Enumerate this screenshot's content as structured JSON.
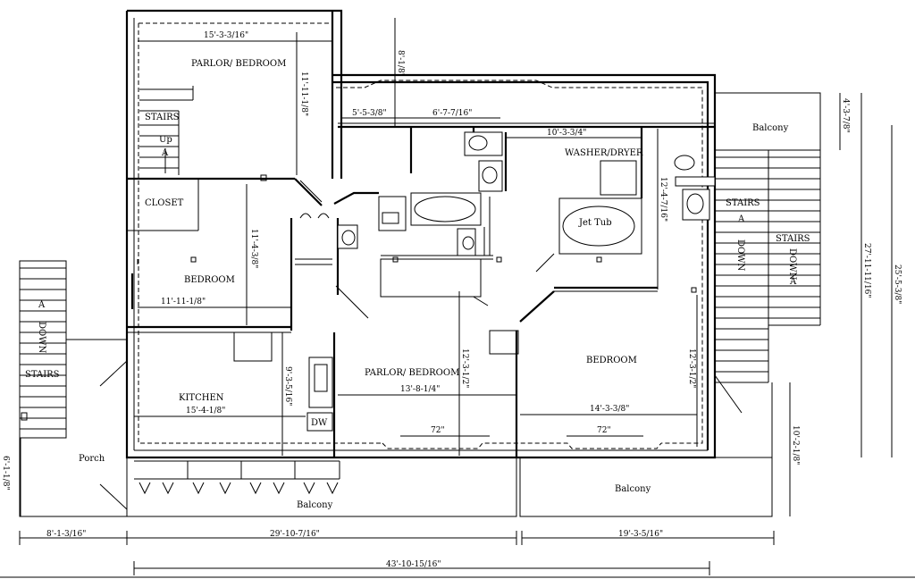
{
  "rooms": {
    "parlor_top": "PARLOR/ BEDROOM",
    "stairs_up": "STAIRS",
    "up": "Up",
    "closet": "CLOSET",
    "bedroom_left": "BEDROOM",
    "kitchen": "KITCHEN",
    "dw": "DW",
    "parlor_center": "PARLOR/ BEDROOM",
    "washer_dryer": "WASHER/DRYER",
    "jet_tub": "Jet Tub",
    "bedroom_right": "BEDROOM",
    "balcony_top_right": "Balcony",
    "stairs_right": "STAIRS",
    "stairs_right_2": "STAIRS",
    "down_right_1": "DOWN",
    "down_right_2": "DOWN",
    "stairs_left": "STAIRS",
    "down_left": "DOWN",
    "porch": "Porch",
    "balcony_bottom": "Balcony",
    "balcony_bottom_right": "Balcony",
    "arrow_up": "A",
    "arrow_down_left": "A",
    "arrow_right_1": "A",
    "arrow_right_2": "A"
  },
  "dimensions": {
    "parlor_top_width": "15'-3-3/16\"",
    "parlor_top_height": "11'-11-1/8\"",
    "top_offset": "8'-1/8\"",
    "seg_a": "5'-5-3/8\"",
    "seg_b": "6'-7-7/16\"",
    "laundry_width": "10'-3-3/4\"",
    "laundry_height": "12'-4-7/16\"",
    "bedroom_left_height": "11'-4-3/8\"",
    "bedroom_left_width": "11'-11-1/8\"",
    "kitchen_width": "15'-4-1/8\"",
    "kitchen_height": "9'-3-5/16\"",
    "parlor_center_width": "13'-8-1/4\"",
    "parlor_center_height": "12'-3-1/2\"",
    "window_center": "72\"",
    "window_right": "72\"",
    "bedroom_right_width": "14'-3-3/8\"",
    "bedroom_right_height": "12'-3-1/2\"",
    "balcony_right_depth": "4'-3-7/8\"",
    "overall_height_a": "27'-11-11/16\"",
    "overall_height_b": "25'-5-3/8\"",
    "balcony_bottom_right_depth": "10'-2-1/8\"",
    "left_edge_partial": "6'-1-1/8\"",
    "bottom_seg_1": "8'-1-3/16\"",
    "bottom_seg_2": "29'-10-7/16\"",
    "bottom_seg_3": "19'-3-5/16\"",
    "overall_width": "43'-10-15/16\""
  }
}
